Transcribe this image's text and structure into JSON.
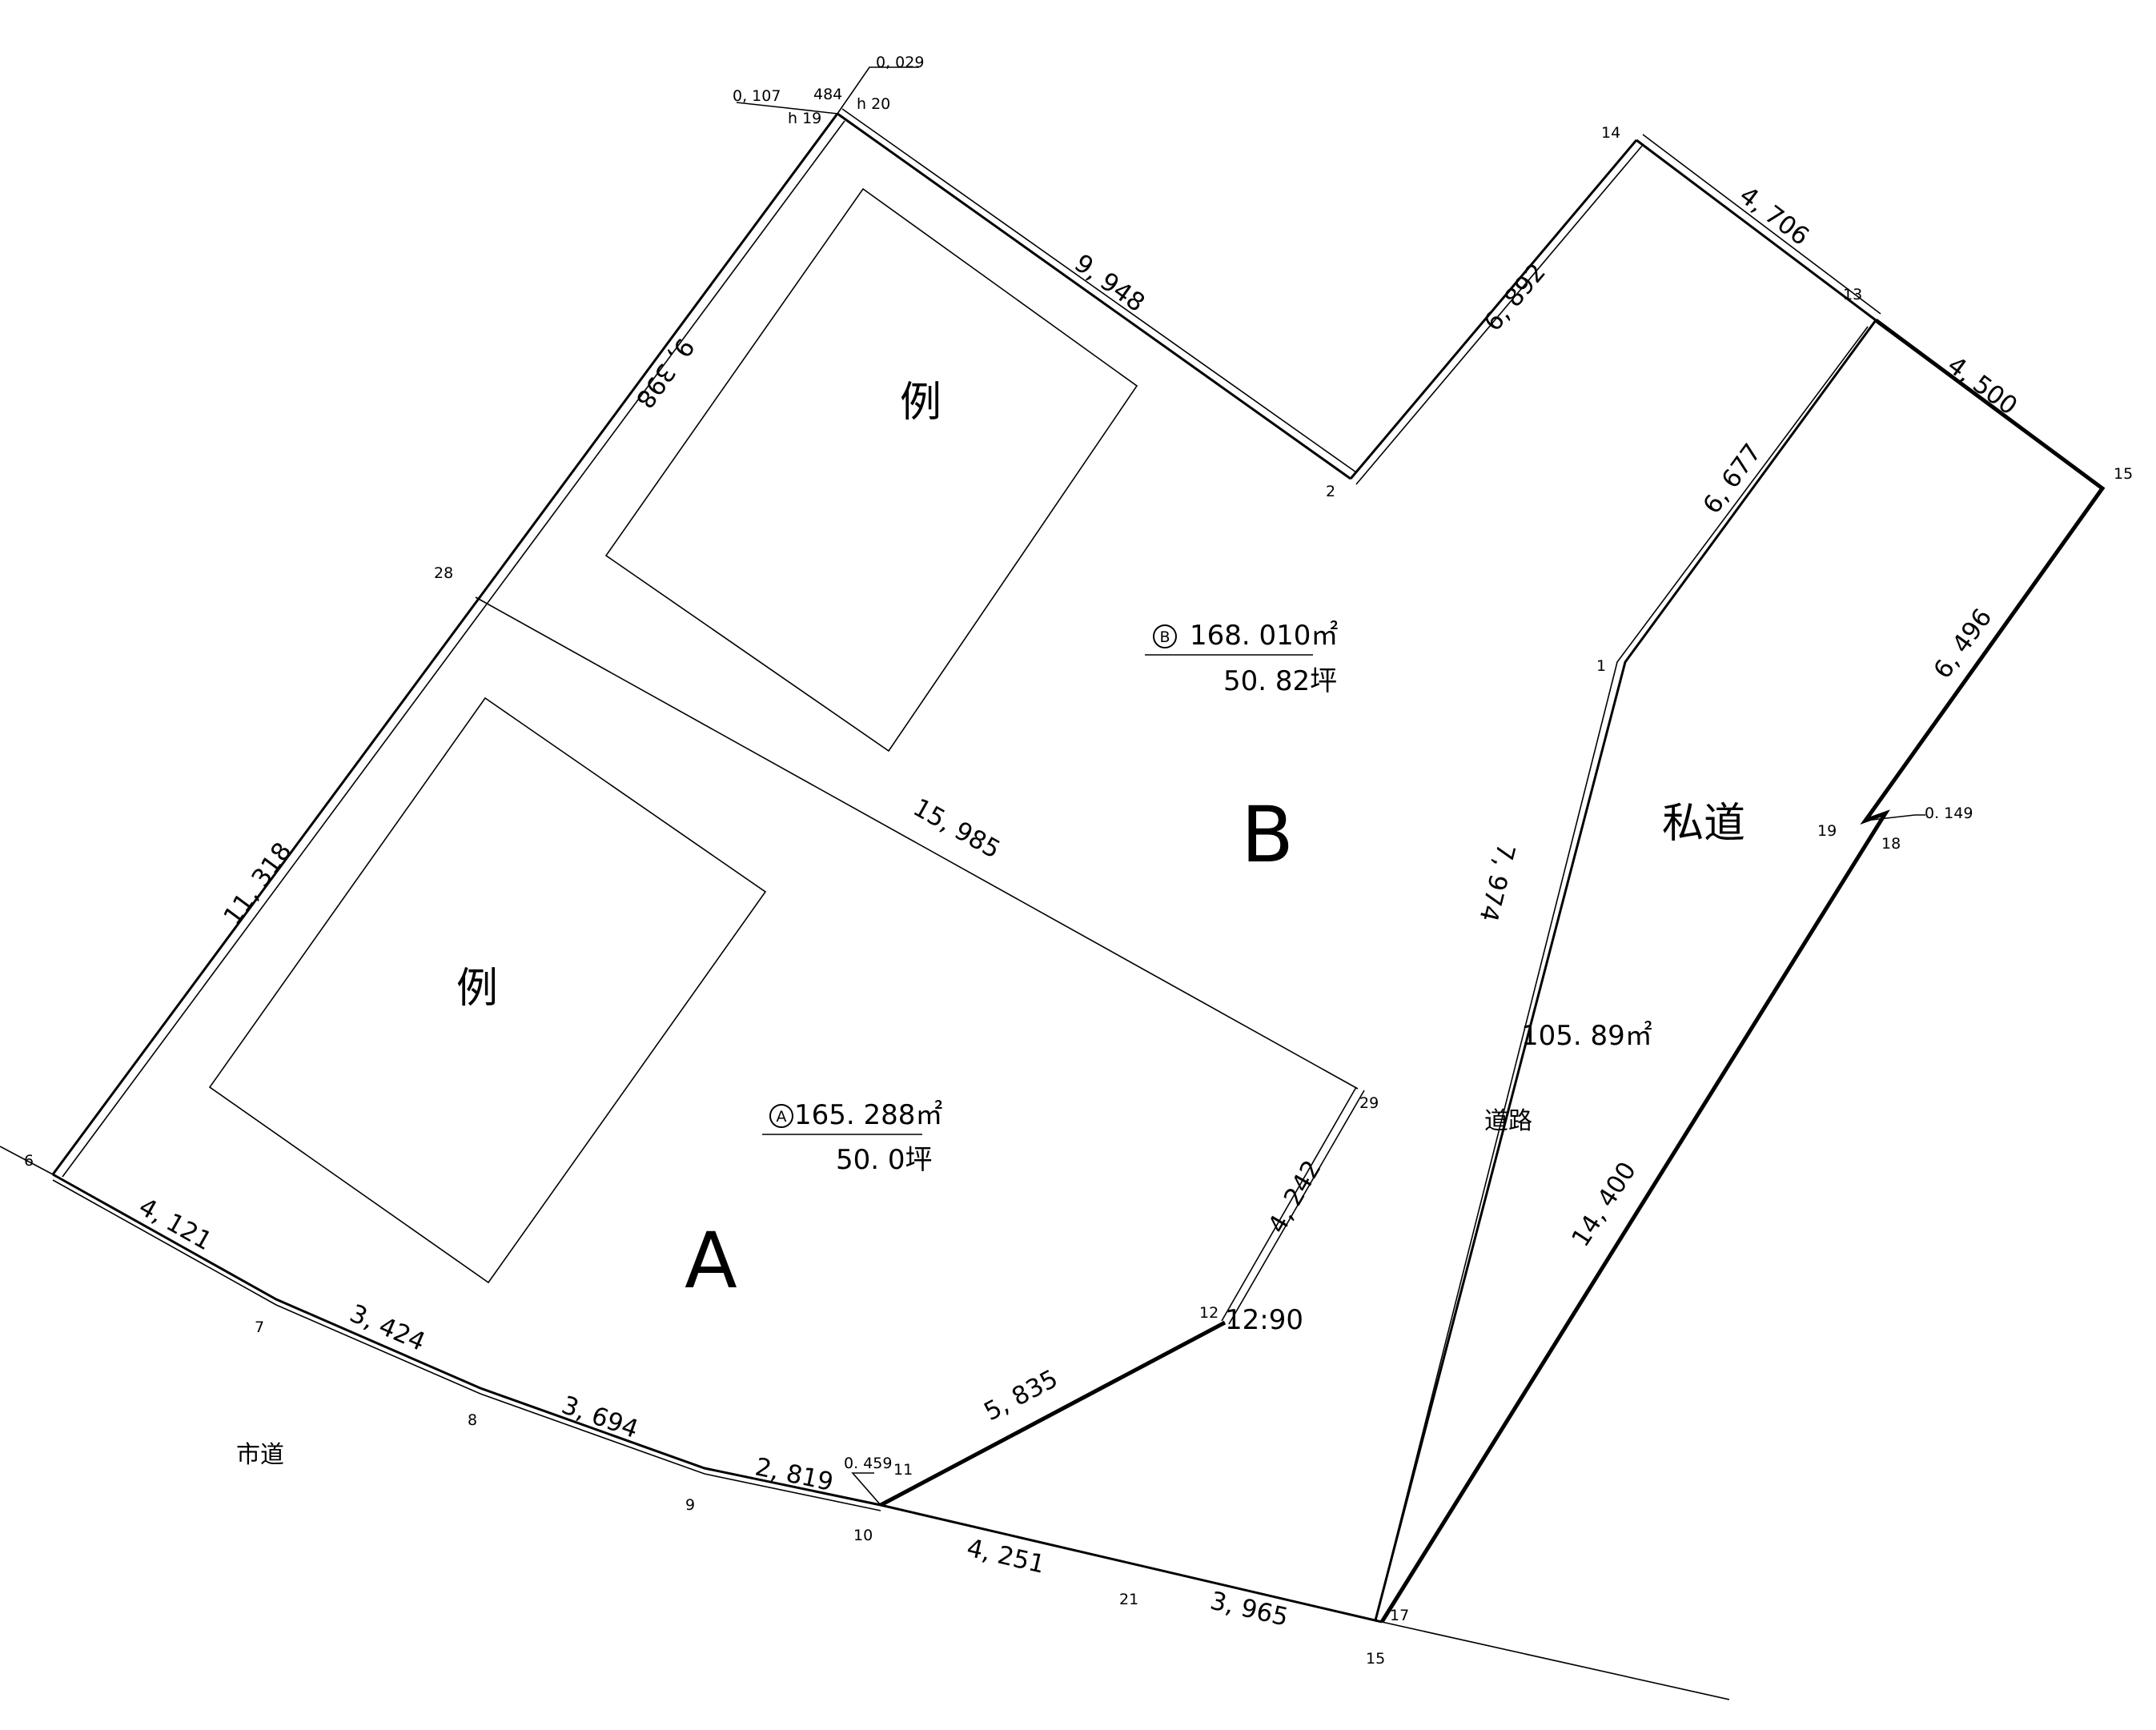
{
  "lots": {
    "a": {
      "letter": "A",
      "area_m2": "165. 288㎡",
      "area_tsubo": "50. 0坪",
      "circle": "A",
      "building_label": "例"
    },
    "b": {
      "letter": "B",
      "area_m2": "168. 010㎡",
      "area_tsubo": "50. 82坪",
      "circle": "B",
      "building_label": "例"
    }
  },
  "road": {
    "private_road_label": "私道",
    "road_label": "道路",
    "road_area": "105. 89㎡",
    "city_road_label": "市道"
  },
  "dimensions": {
    "d_9948": "9, 948",
    "d_6892": "6, 892",
    "d_4706": "4, 706",
    "d_4500": "4, 500",
    "d_6677": "6, 677",
    "d_6496": "6, 496",
    "d_9398": "9, 398",
    "d_11318": "11, 318",
    "d_15985": "15, 985",
    "d_7974": "7, 974",
    "d_4242": "4, 242",
    "d_5835": "5, 835",
    "d_4121": "4, 121",
    "d_3424": "3, 424",
    "d_3694": "3, 694",
    "d_2819": "2, 819",
    "d_4251": "4, 251",
    "d_3965": "3, 965",
    "d_14400": "14, 400",
    "d_0107": "0, 107",
    "d_0029": "0, 029",
    "d_0459": "0. 459",
    "d_0149": "0. 149"
  },
  "points": {
    "p484": "484",
    "h19": "h 19",
    "h20": "h 20",
    "p14": "14",
    "p13": "13",
    "p15_top": "15",
    "p2": "2",
    "p28": "28",
    "p1": "1",
    "p19": "19",
    "p18": "18",
    "p29": "29",
    "p6": "6",
    "p7": "7",
    "p8": "8",
    "p9": "9",
    "p10": "10",
    "p11": "11",
    "p12": "12",
    "p1290": "12:90",
    "p21": "21",
    "p17": "17",
    "p15_bottom": "15"
  }
}
